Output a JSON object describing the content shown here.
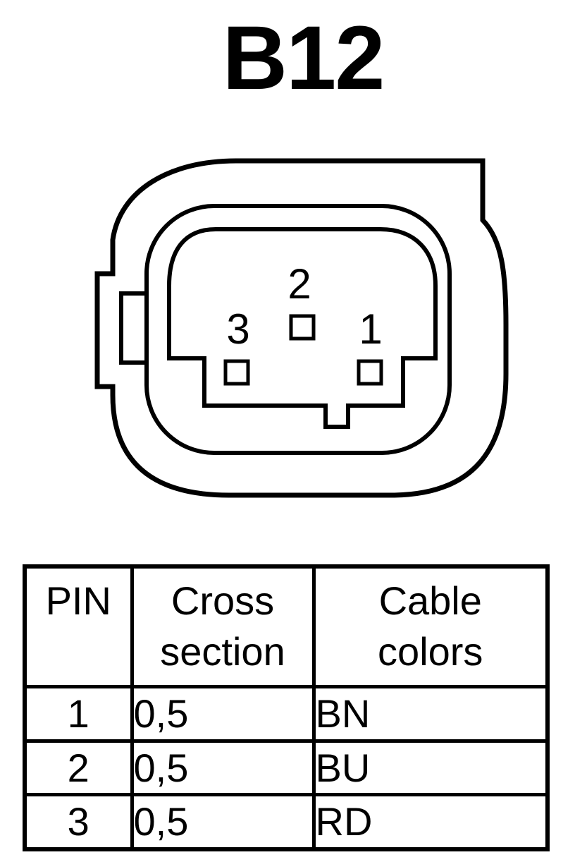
{
  "title": "B12",
  "pin_labels": {
    "pin1": "1",
    "pin2": "2",
    "pin3": "3"
  },
  "table": {
    "headers": {
      "pin": "PIN",
      "cross_section": [
        "Cross",
        "section"
      ],
      "cable_colors": [
        "Cable",
        "colors"
      ]
    },
    "rows": [
      {
        "pin": "1",
        "cross_section": "0,5",
        "color": "BN"
      },
      {
        "pin": "2",
        "cross_section": "0,5",
        "color": "BU"
      },
      {
        "pin": "3",
        "cross_section": "0,5",
        "color": "RD"
      }
    ]
  }
}
